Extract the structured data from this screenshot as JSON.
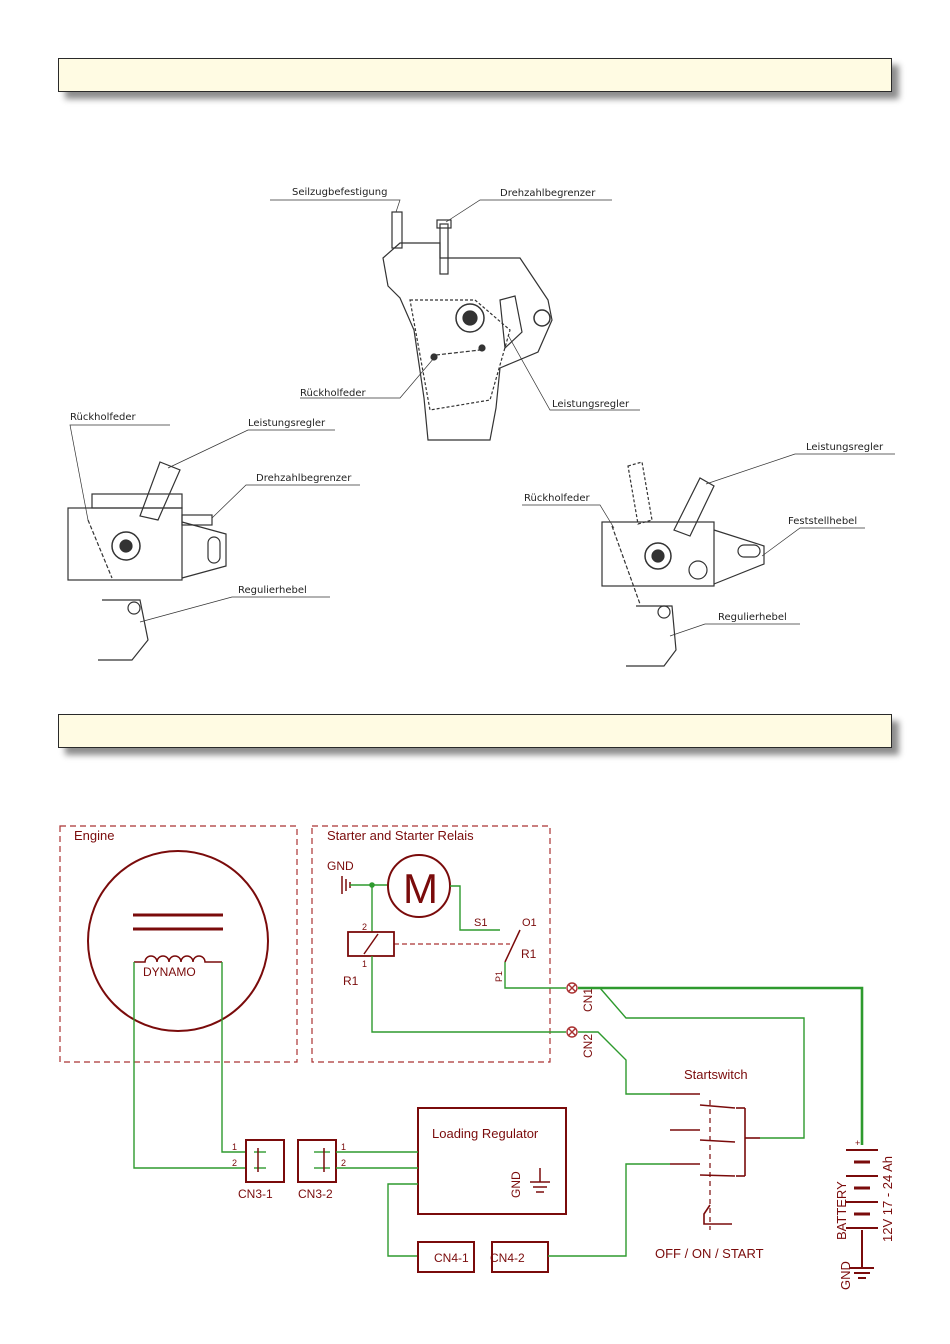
{
  "header_bars": [
    "",
    ""
  ],
  "mechanical": {
    "top_view": {
      "seilzug": "Seilzugbefestigung",
      "drehzahl": "Drehzahlbegrenzer",
      "rueckhol": "Rückholfeder",
      "leistung": "Leistungsregler"
    },
    "left_view": {
      "rueckhol": "Rückholfeder",
      "leistung": "Leistungsregler",
      "drehzahl": "Drehzahlbegrenzer",
      "regulier": "Regulierhebel"
    },
    "right_view": {
      "leistung": "Leistungsregler",
      "rueckhol": "Rückholfeder",
      "feststell": "Feststellhebel",
      "regulier": "Regulierhebel"
    }
  },
  "schematic": {
    "engine": {
      "title": "Engine",
      "dynamo": "DYNAMO"
    },
    "starter": {
      "title": "Starter and Starter Relais",
      "gnd": "GND",
      "motor": "M",
      "s1": "S1",
      "o1": "O1",
      "r1_switch": "R1",
      "r1_coil": "R1",
      "p1": "P1",
      "coil_pin_top": "2",
      "coil_pin_bottom": "1"
    },
    "cn1": "CN1",
    "cn2": "CN2",
    "startswitch": {
      "title": "Startswitch",
      "positions": "OFF / ON / START"
    },
    "battery": {
      "name": "BATTERY",
      "spec": "12V 17 - 24 Ah",
      "gnd": "GND",
      "plus": "+"
    },
    "regulator": {
      "title": "Loading Regulator",
      "gnd": "GND"
    },
    "connectors": {
      "cn3_1": {
        "label": "CN3-1",
        "pin1": "1",
        "pin2": "2"
      },
      "cn3_2": {
        "label": "CN3-2",
        "pin1": "1",
        "pin2": "2"
      },
      "cn4_1": "CN4-1",
      "cn4_2": "CN4-2"
    }
  },
  "colors": {
    "schematic": "#7a0b0b",
    "wire": "#2e9a2e",
    "bar_fill": "#fffbe3",
    "drawing": "#333333"
  }
}
